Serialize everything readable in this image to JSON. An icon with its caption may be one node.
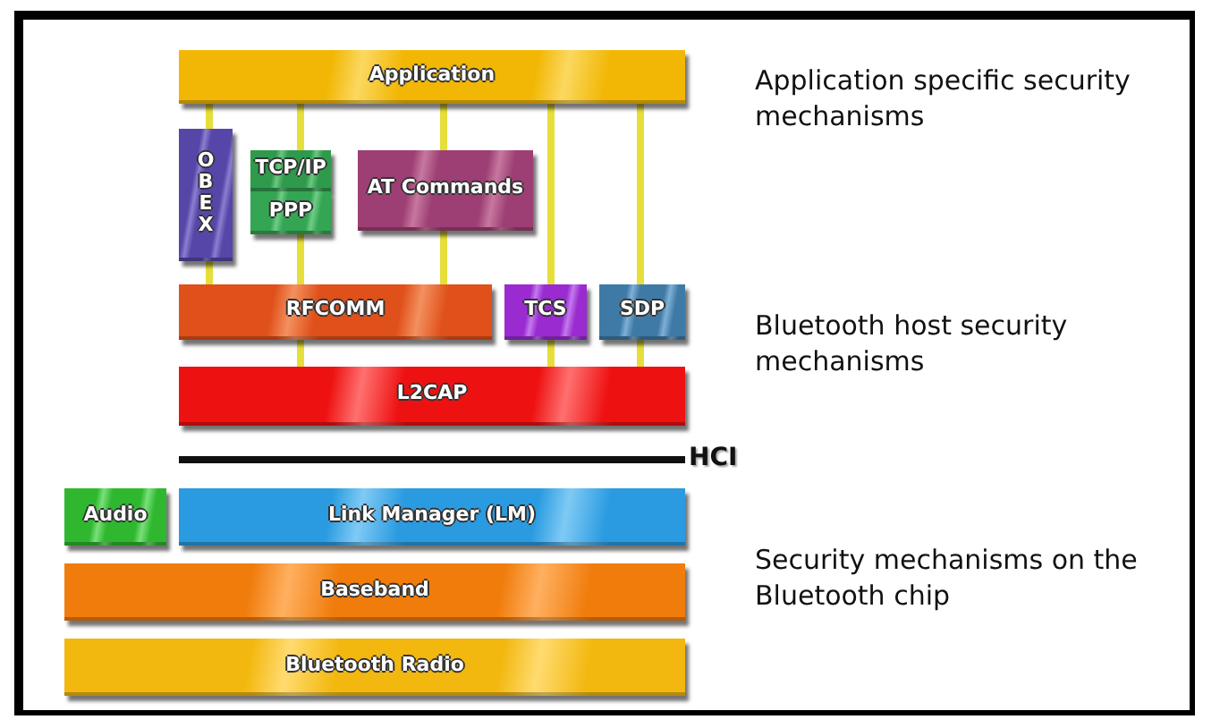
{
  "diagram": {
    "nodes": [
      {
        "text": [
          "Application"
        ]
      },
      {
        "text": [
          "OBEX"
        ]
      },
      {
        "text": [
          "TCP/IP"
        ]
      },
      {
        "text": [
          "PPP"
        ]
      },
      {
        "text": [
          "AT Commands"
        ]
      },
      {
        "text": [
          "RFCOMM"
        ]
      },
      {
        "text": [
          "TCS"
        ]
      },
      {
        "text": [
          "SDP"
        ]
      },
      {
        "text": [
          "L2CAP"
        ]
      },
      {
        "text": [
          "Audio"
        ]
      },
      {
        "text": [
          "Link Manager (LM)"
        ]
      },
      {
        "text": [
          "Baseband"
        ]
      },
      {
        "text": [
          "Bluetooth Radio"
        ]
      }
    ],
    "edges": [
      {
        "from": 0,
        "to": 1,
        "arrow": "none"
      },
      {
        "from": 0,
        "to": 2,
        "arrow": "none"
      },
      {
        "from": 0,
        "to": 4,
        "arrow": "none"
      },
      {
        "from": 0,
        "to": 6,
        "arrow": "none"
      },
      {
        "from": 0,
        "to": 7,
        "arrow": "none"
      },
      {
        "from": 1,
        "to": 5,
        "arrow": "none"
      },
      {
        "from": 3,
        "to": 5,
        "arrow": "none"
      },
      {
        "from": 4,
        "to": 5,
        "arrow": "none"
      },
      {
        "from": 5,
        "to": 8,
        "arrow": "none"
      },
      {
        "from": 6,
        "to": 8,
        "arrow": "none"
      },
      {
        "from": 7,
        "to": 8,
        "arrow": "none"
      }
    ],
    "labels": [
      "Application specific security mechanisms",
      "Bluetooth host security mechanisms",
      "HCI",
      "Security mechanisms on the Bluetooth chip"
    ]
  }
}
